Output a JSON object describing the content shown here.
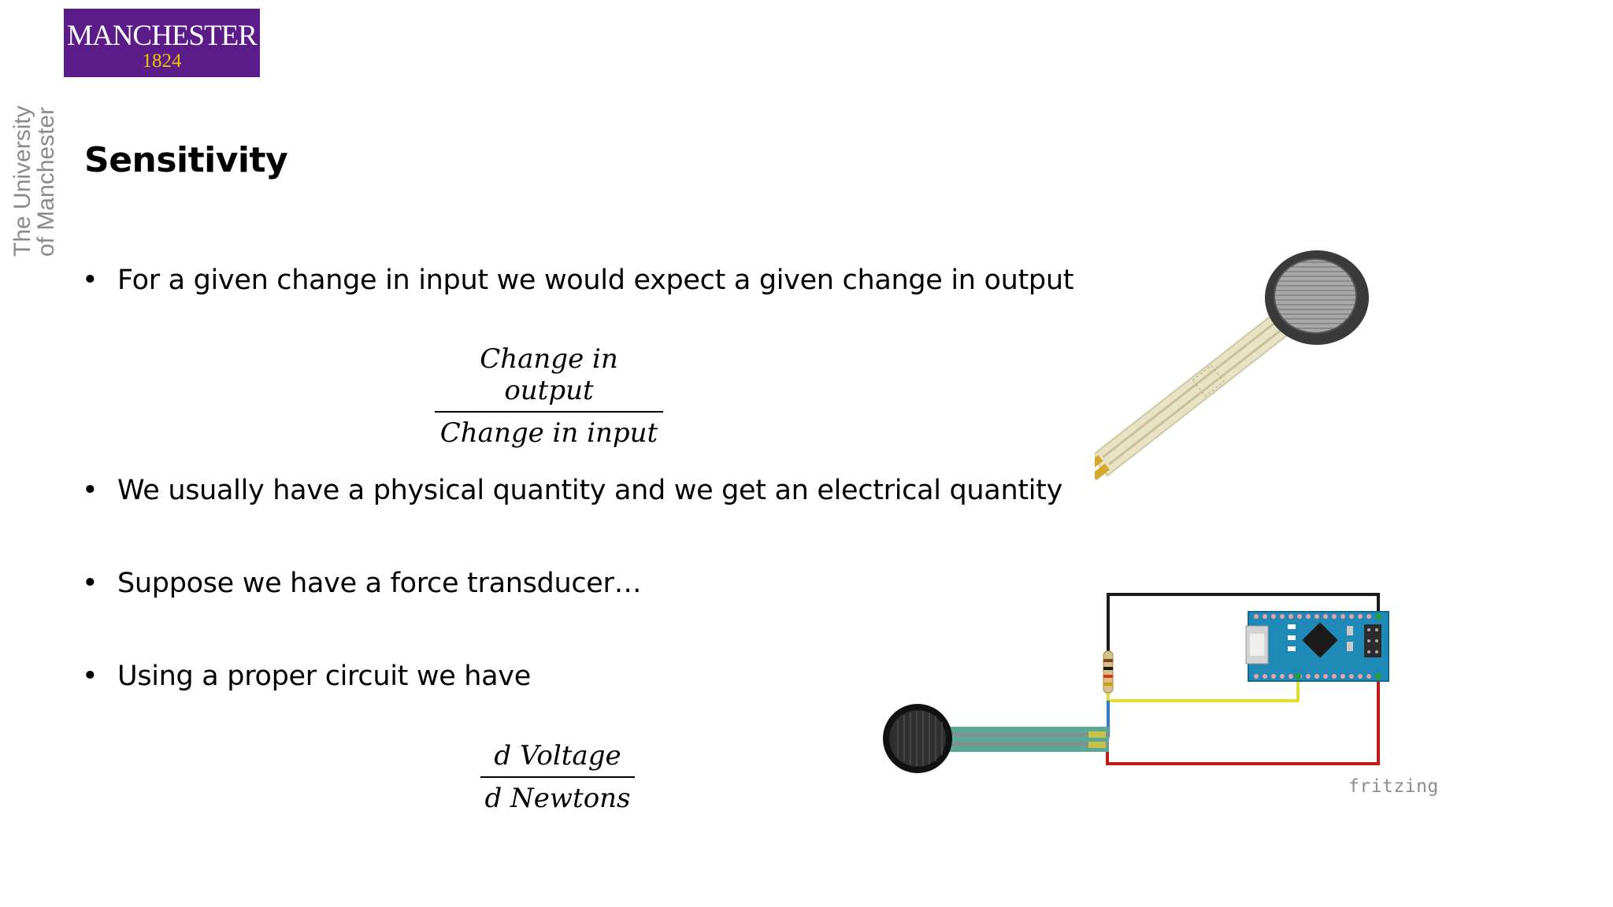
{
  "logo": {
    "name": "MANCHESTER",
    "year": "1824",
    "bg_color": "#5b1c8a",
    "year_color": "#f2c200"
  },
  "sidebar": {
    "line1": "The University",
    "line2": "of Manchester"
  },
  "slide": {
    "title": "Sensitivity",
    "bullets": [
      "For a given change in input we would expect a given change in output",
      "We usually have a physical quantity and we get an electrical quantity",
      "Suppose we have a force transducer…",
      "Using a proper circuit we have"
    ],
    "fraction1": {
      "numerator": "Change in output",
      "denominator": "Change in input"
    },
    "fraction2": {
      "numerator": "d Voltage",
      "denominator": "d Newtons"
    }
  },
  "circuit": {
    "watermark": "fritzing"
  },
  "icons": {
    "bullet": "bullet-dot-icon",
    "sensor": "force-sensor-icon",
    "board": "arduino-board-icon"
  }
}
